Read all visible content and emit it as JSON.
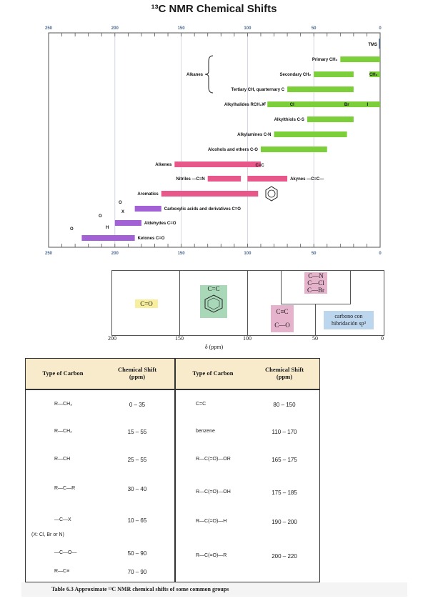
{
  "title": "¹³C NMR Chemical Shifts",
  "chart_data": {
    "type": "bar",
    "title": "¹³C NMR Chemical Shifts",
    "x_axis": {
      "reversed": true,
      "xlim": [
        250,
        0
      ],
      "ticks": [
        250,
        200,
        150,
        100,
        50,
        0
      ],
      "grid": true
    },
    "tms_label": "TMS",
    "bars": [
      {
        "label": "Primary CH₃",
        "start": 30,
        "end": 0,
        "color": "#7ccf3a"
      },
      {
        "label": "Secondary CH₂",
        "start": 50,
        "end": 20,
        "color": "#7ccf3a"
      },
      {
        "label": "",
        "start": 8,
        "end": 0,
        "color": "#7ccf3a"
      },
      {
        "label": "Tertiary CH, quarternary C",
        "start": 70,
        "end": 20,
        "color": "#7ccf3a"
      },
      {
        "label": "Alkylhalides RCH₂X",
        "start": 85,
        "end": 0,
        "color": "#7ccf3a"
      },
      {
        "label": "Alkylthiols C-S",
        "start": 55,
        "end": 20,
        "color": "#7ccf3a"
      },
      {
        "label": "Alkylamines C-N",
        "start": 80,
        "end": 25,
        "color": "#7ccf3a"
      },
      {
        "label": "Alcohols and ethers C-O",
        "start": 90,
        "end": 40,
        "color": "#7ccf3a"
      },
      {
        "label": "Alkenes",
        "start": 155,
        "end": 90,
        "color": "#e8578a"
      },
      {
        "label": "Nitriles —C≡N",
        "start": 130,
        "end": 105,
        "color": "#e8578a"
      },
      {
        "label": "Akynes —C≡C—",
        "start": 100,
        "end": 70,
        "color": "#e8578a"
      },
      {
        "label": "Aromatics",
        "start": 165,
        "end": 92,
        "color": "#e8578a"
      },
      {
        "label": "Carboxylic acids and derivatives C=O",
        "start": 185,
        "end": 165,
        "color": "#a361d6"
      },
      {
        "label": "Aldehydes C=O",
        "start": 200,
        "end": 180,
        "color": "#a361d6"
      },
      {
        "label": "Ketones C=O",
        "start": 225,
        "end": 185,
        "color": "#a361d6"
      }
    ],
    "annotations": [
      "Alkanes",
      "F",
      "Cl",
      "Br",
      "I",
      "CH₂",
      "C=C",
      "X",
      "H",
      "O"
    ]
  },
  "fig2": {
    "x_ticks": [
      "200",
      "150",
      "100",
      "50",
      "0"
    ],
    "xlabel": "δ (ppm)",
    "boxes": {
      "carbonyl": "C=O",
      "alkene": "C=C",
      "halo": [
        "C—N",
        "C—Cl",
        "C—Br"
      ],
      "alkyne": "C≡C",
      "co": "C—O",
      "sp3": "carbono con hibridación sp³"
    },
    "colors": {
      "carbonyl": "#f7ef9e",
      "alkene": "#a8d8b8",
      "pink": "#e6b3cc",
      "sp3": "#bcd6ee"
    }
  },
  "table": {
    "headers": [
      "Type of Carbon",
      "Chemical Shift (ppm)",
      "Type of Carbon",
      "Chemical Shift (ppm)"
    ],
    "left": [
      {
        "structure": "R—CH₃",
        "shift": "0 – 35"
      },
      {
        "structure": "R—CH₂",
        "shift": "15 – 55"
      },
      {
        "structure": "R—CH",
        "shift": "25 – 55"
      },
      {
        "structure": "R—C—R",
        "shift": "30 – 40"
      },
      {
        "structure": "—C—X",
        "shift": "10 – 65"
      },
      {
        "structure": "(X: Cl, Br or N)",
        "shift": ""
      },
      {
        "structure": "—C—O—",
        "shift": "50 – 90"
      },
      {
        "structure": "R—C≡",
        "shift": "70 – 90"
      }
    ],
    "right": [
      {
        "structure": "C=C",
        "shift": "80 – 150"
      },
      {
        "structure": "benzene",
        "shift": "110 – 170"
      },
      {
        "structure": "R—C(=O)—OR",
        "shift": "165 – 175"
      },
      {
        "structure": "R—C(=O)—OH",
        "shift": "175 – 185"
      },
      {
        "structure": "R—C(=O)—H",
        "shift": "190 – 200"
      },
      {
        "structure": "R—C(=O)—R",
        "shift": "200 – 220"
      }
    ]
  },
  "caption": "Table 6.3 Approximate ¹³C NMR chemical shifts of some common groups"
}
